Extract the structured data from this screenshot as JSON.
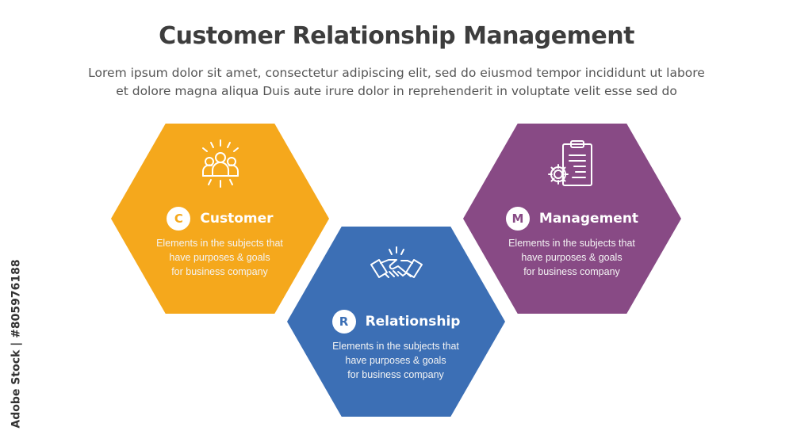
{
  "title": "Customer Relationship Management",
  "subtitle_line1": "Lorem ipsum dolor sit amet, consectetur adipiscing elit, sed do eiusmod tempor incididunt ut labore",
  "subtitle_line2": "et dolore magna aliqua Duis aute irure dolor in reprehenderit in voluptate velit esse sed do",
  "items": [
    {
      "letter": "C",
      "label": "Customer",
      "lines": [
        "Elements in the subjects that",
        "have  purposes & goals",
        "for business company"
      ],
      "color": "#f5a81c",
      "icon": "people-group-icon"
    },
    {
      "letter": "R",
      "label": "Relationship",
      "lines": [
        "Elements in the subjects that",
        "have  purposes & goals",
        "for business company"
      ],
      "color": "#3c6fb5",
      "icon": "handshake-icon"
    },
    {
      "letter": "M",
      "label": "Management",
      "lines": [
        "Elements in the subjects that",
        "have  purposes & goals",
        "for business company"
      ],
      "color": "#884a85",
      "icon": "clipboard-gear-icon"
    }
  ],
  "watermark": "Adobe Stock | #805976188"
}
